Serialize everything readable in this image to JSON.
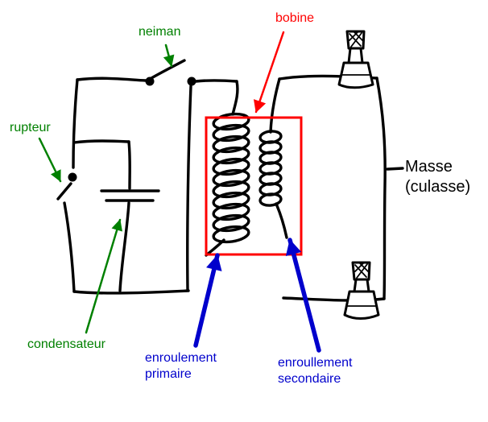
{
  "diagram_type": "hand-drawn ignition circuit sketch",
  "labels": {
    "neiman": "neiman",
    "rupteur": "rupteur",
    "condensateur": "condensateur",
    "bobine": "bobine",
    "primary": {
      "line1": "enroulement",
      "line2": "primaire"
    },
    "secondary": {
      "line1": "enroullement",
      "line2": "secondaire"
    },
    "masse": {
      "line1": "Masse",
      "line2": "(culasse)"
    }
  },
  "colors": {
    "green": "#008000",
    "red": "#ff0000",
    "blue": "#0000cc",
    "black": "#000000",
    "bg": "#ffffff"
  }
}
